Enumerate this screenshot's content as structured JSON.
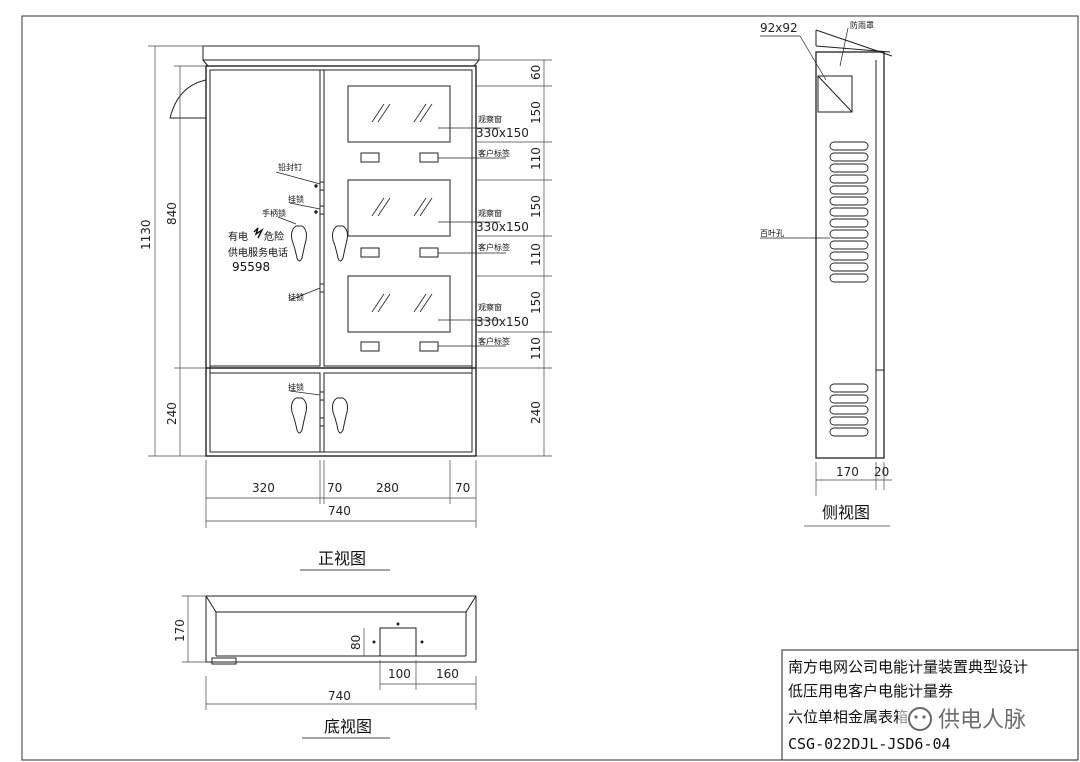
{
  "views": {
    "front_title": "正视图",
    "side_title": "侧视图",
    "bottom_title": "底视图"
  },
  "front": {
    "dims_top": [
      "60",
      "150",
      "110",
      "150",
      "110",
      "150",
      "110",
      "240"
    ],
    "dim_total_height": "1130",
    "dim_upper": "840",
    "dim_lower": "240",
    "dims_bottom": [
      "320",
      "70",
      "280",
      "70"
    ],
    "dim_width": "740",
    "labels": {
      "seal_nail": "铅封钉",
      "hinge": "挂锁",
      "handle_lock": "手柄锁",
      "hinge2": "挂锁",
      "hinge3": "挂锁",
      "danger_line1": "有电",
      "danger_line1b": "危险",
      "service_line": "供电服务电话",
      "phone": "95598",
      "window_label": "观察窗",
      "window_size": "330x150",
      "customer_tag": "客户标签"
    }
  },
  "side": {
    "vent_size": "92x92",
    "rain_cover": "防雨罩",
    "louver": "百叶孔",
    "dim_depth": "170",
    "dim_roof": "20"
  },
  "bottom": {
    "dim_height": "170",
    "dim_hole_h": "80",
    "dim_hole_w": "100",
    "dim_offset": "160",
    "dim_width": "740"
  },
  "title_block": {
    "line1": "南方电网公司电能计量装置典型设计",
    "line2": "低压用电客户电能计量券",
    "line3": "六位单相金属表箱",
    "code": "CSG-022DJL-JSD6-04"
  },
  "watermark": "供电人脉"
}
